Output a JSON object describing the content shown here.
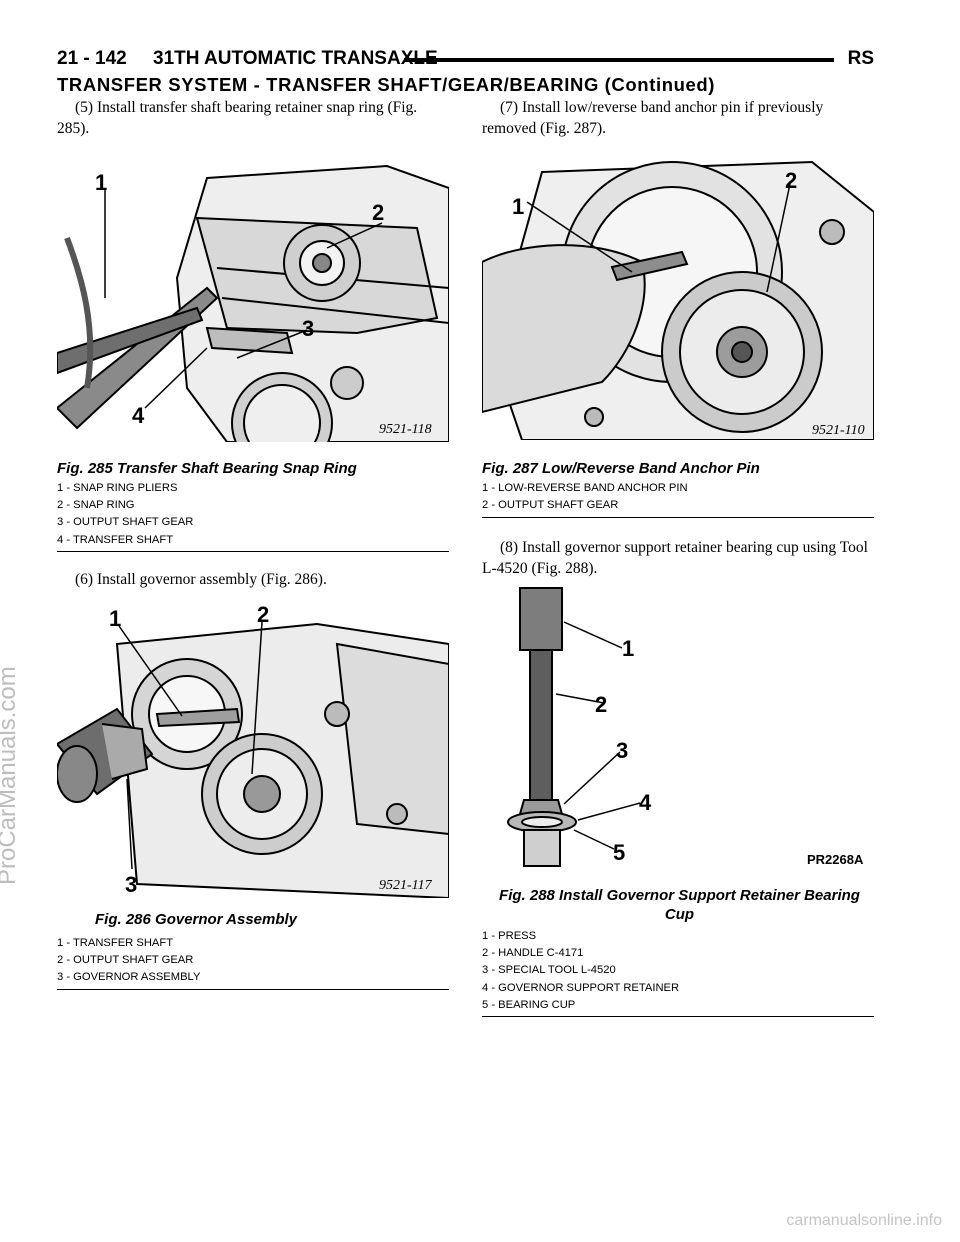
{
  "header": {
    "page_number": "21 - 142",
    "chapter": "31TH AUTOMATIC TRANSAXLE",
    "model": "RS"
  },
  "section_title": "TRANSFER SYSTEM - TRANSFER SHAFT/GEAR/BEARING (Continued)",
  "left": {
    "para5": "(5) Install transfer shaft bearing retainer snap ring (Fig. 285).",
    "fig285": {
      "art_code": "9521-118",
      "caption": "Fig. 285 Transfer Shaft Bearing Snap Ring",
      "callouts": [
        "1",
        "2",
        "3",
        "4"
      ],
      "legend": [
        "1 - SNAP RING PLIERS",
        "2 - SNAP RING",
        "3 - OUTPUT SHAFT GEAR",
        "4 - TRANSFER SHAFT"
      ]
    },
    "para6": "(6) Install governor assembly (Fig. 286).",
    "fig286": {
      "art_code": "9521-117",
      "caption": "Fig. 286 Governor Assembly",
      "callouts": [
        "1",
        "2",
        "3"
      ],
      "legend": [
        "1 - TRANSFER SHAFT",
        "2 - OUTPUT SHAFT GEAR",
        "3 - GOVERNOR ASSEMBLY"
      ]
    }
  },
  "right": {
    "para7": "(7) Install low/reverse band anchor pin if previously removed (Fig. 287).",
    "fig287": {
      "art_code": "9521-110",
      "caption": "Fig. 287 Low/Reverse Band Anchor Pin",
      "callouts": [
        "1",
        "2"
      ],
      "legend": [
        "1 - LOW-REVERSE BAND ANCHOR PIN",
        "2 - OUTPUT SHAFT GEAR"
      ]
    },
    "para8": "(8) Install governor support retainer bearing cup using Tool L-4520 (Fig. 288).",
    "fig288": {
      "art_code": "PR2268A",
      "caption_line1": "Fig. 288 Install Governor Support Retainer Bearing",
      "caption_line2": "Cup",
      "callouts": [
        "1",
        "2",
        "3",
        "4",
        "5"
      ],
      "legend": [
        "1 - PRESS",
        "2 - HANDLE C-4171",
        "3 - SPECIAL TOOL L-4520",
        "4 - GOVERNOR SUPPORT RETAINER",
        "5 - BEARING CUP"
      ]
    }
  },
  "watermarks": {
    "side": "ProCarManuals.com",
    "footer": "carmanualsonline.info"
  }
}
